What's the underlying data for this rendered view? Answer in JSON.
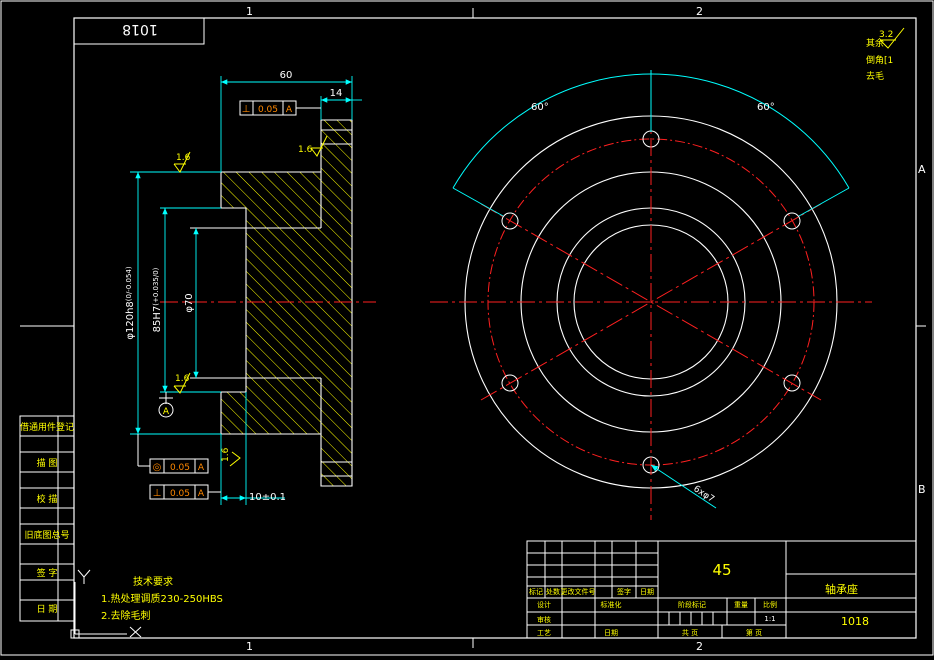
{
  "colors": {
    "background": "#000000",
    "frame": "#ffffff",
    "dimension": "#00ffff",
    "centerline": "#ff2020",
    "hatch": "#ffff00",
    "annotation": "#ffff00",
    "gdt_frame": "#ff8800",
    "title_text": "#ffff00"
  },
  "zones": {
    "top_1": "1",
    "top_2": "2",
    "bottom_1": "1",
    "bottom_2": "2",
    "right_a": "A",
    "right_b": "B"
  },
  "drawing_number_box": "1018",
  "surface_finish": {
    "roughness_other": "3.2",
    "note_line1": "其余",
    "note_line2": "倒角[1",
    "note_line3": "去毛"
  },
  "dims": {
    "overall_length": "60",
    "flange_thickness": "14",
    "step_length": "10±0.1",
    "outer_dia": "φ120h8",
    "outer_dia_tol": "(0/-0.054)",
    "bore_dia": "85H7",
    "bore_dia_tol": "(+0.035/0)",
    "inner_dia": "φ70",
    "angle_left": "60°",
    "angle_right": "60°",
    "holes": "6xφ7"
  },
  "roughness": {
    "r1": "1.6",
    "r2": "1.6",
    "r3": "1.6",
    "r4": "1.6"
  },
  "datum": "A",
  "gdt": {
    "top": {
      "symbol": "⊥",
      "value": "0.05",
      "datum": "A"
    },
    "mid": {
      "symbol": "◎",
      "value": "0.05",
      "datum": "A"
    },
    "bottom": {
      "symbol": "⊥",
      "value": "0.05",
      "datum": "A"
    }
  },
  "tech_requirements": {
    "title": "技术要求",
    "line1": "1.热处理调质230-250HBS",
    "line2": "2.去除毛刺"
  },
  "left_strip": [
    "借通用件登记",
    "描 图",
    "校 描",
    "旧底图总号",
    "签 字",
    "日 期"
  ],
  "title_block": {
    "material": "45",
    "part_name": "轴承座",
    "drawing_no": "1018",
    "scale": "1:1",
    "headers": [
      "标记",
      "处数",
      "更改文件号",
      "签字",
      "日期"
    ],
    "roles": [
      "设计",
      "标准化",
      "审核",
      "工艺",
      "日期"
    ],
    "stage_label": "阶段标记",
    "weight_label": "重量",
    "scale_label": "比例",
    "sheet_total": "共 页",
    "sheet_no": "第 页"
  }
}
